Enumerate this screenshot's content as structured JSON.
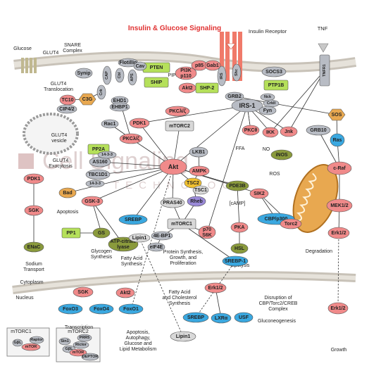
{
  "title": "Insulin & Glucose Signaling",
  "watermark": {
    "line1": "Cell Signaling",
    "line2": "TECHNOLOGY"
  },
  "colors": {
    "pink": "#f08a8a",
    "green": "#b5e05a",
    "grey": "#b8bcc4",
    "orange": "#e8a850",
    "blue": "#3aa8e0",
    "olive": "#8a9a3c",
    "lightgrey": "#d8d8d8",
    "purple": "#9a8ad8",
    "yellow": "#f0c030",
    "title": "#e03030",
    "membrane": "#c8c2b8"
  },
  "labels": {
    "insulin_receptor": "Insulin Receptor",
    "tnf": "TNF",
    "glucose": "Glucose",
    "glut4_top": "GLUT4",
    "snare": "SNARE\nComplex",
    "glut4_translocation": "GLUT4\nTranslocation",
    "glut4_vesicle": "GLUT4\nvesicle",
    "glut4_exocytosis": "GLUT4\nExocytosis",
    "pip3": "PIP3",
    "ffa": "FFA",
    "no": "NO",
    "ros": "ROS",
    "camp": "[cAMP]",
    "apoptosis1": "Apoptosis",
    "glycogen": "Glycogen\nSynthesis",
    "fatty_acid": "Fatty Acid\nSynthesis",
    "protein_synth": "Protein Synthesis,\nGrowth, and\nProliferation",
    "lipolysis": "Lipolysis",
    "degradation": "Degradation",
    "sodium": "Sodium\nTransport",
    "cytoplasm": "Cytoplasm",
    "nucleus": "Nucleus",
    "fa_chol": "Fatty Acid\nand Cholesterol\nSynthesis",
    "disruption": "Disruption of\nCBP/Torc2/CREB\nComplex",
    "gluconeo": "Gluconeogenesis",
    "transcription": "Transcription",
    "apoptosis2": "Apoptosis,\nAutophagy,\nGlucose and\nLipid Metabolism",
    "growth": "Growth",
    "mtorc1_box": "mTORC1",
    "mtorc2_box": "mTORC2"
  },
  "nodes": [
    {
      "id": "irs1",
      "label": "IRS-1",
      "shape": "ellipse",
      "color": "grey"
    },
    {
      "id": "grb2",
      "label": "GRB2",
      "shape": "ellipse",
      "color": "grey"
    },
    {
      "id": "nck",
      "label": "Nck",
      "shape": "ellipse",
      "color": "grey"
    },
    {
      "id": "crkii",
      "label": "CrkII",
      "shape": "ellipse",
      "color": "grey"
    },
    {
      "id": "fyn",
      "label": "Fyn",
      "shape": "ellipse",
      "color": "grey"
    },
    {
      "id": "socs3",
      "label": "SOCS3",
      "shape": "ellipse",
      "color": "grey"
    },
    {
      "id": "ptp1b",
      "label": "PTP1B",
      "shape": "rect",
      "color": "green"
    },
    {
      "id": "pten",
      "label": "PTEN",
      "shape": "rect",
      "color": "green"
    },
    {
      "id": "ship",
      "label": "SHIP",
      "shape": "rect",
      "color": "green"
    },
    {
      "id": "shp2",
      "label": "SHP-2",
      "shape": "rect",
      "color": "green"
    },
    {
      "id": "pi3k",
      "label": "PI3K\np110",
      "shape": "ellipse",
      "color": "pink"
    },
    {
      "id": "p85",
      "label": "p85",
      "shape": "ellipse",
      "color": "pink"
    },
    {
      "id": "gab1",
      "label": "Gab1",
      "shape": "ellipse",
      "color": "pink"
    },
    {
      "id": "irs",
      "label": "IRS",
      "shape": "ellipse",
      "color": "grey"
    },
    {
      "id": "shc",
      "label": "Shc",
      "shape": "ellipse",
      "color": "grey"
    },
    {
      "id": "akt2_top",
      "label": "Akt2",
      "shape": "ellipse",
      "color": "pink"
    },
    {
      "id": "sos",
      "label": "SOS",
      "shape": "hex",
      "color": "orange"
    },
    {
      "id": "ras",
      "label": "Ras",
      "shape": "ellipse",
      "color": "blue"
    },
    {
      "id": "craf",
      "label": "c-Raf",
      "shape": "ellipse",
      "color": "pink"
    },
    {
      "id": "mek12",
      "label": "MEK1/2",
      "shape": "ellipse",
      "color": "pink"
    },
    {
      "id": "erk12a",
      "label": "Erk1/2",
      "shape": "ellipse",
      "color": "pink"
    },
    {
      "id": "erk12b",
      "label": "Erk1/2",
      "shape": "ellipse",
      "color": "pink"
    },
    {
      "id": "grb10",
      "label": "GRB10",
      "shape": "ellipse",
      "color": "grey"
    },
    {
      "id": "tnfr1",
      "label": "TNFR1",
      "shape": "rect",
      "color": "grey"
    },
    {
      "id": "pkc_theta",
      "label": "PKCθ",
      "shape": "ellipse",
      "color": "pink"
    },
    {
      "id": "ikk",
      "label": "IKK",
      "shape": "ellipse",
      "color": "pink"
    },
    {
      "id": "jnk",
      "label": "Jnk",
      "shape": "ellipse",
      "color": "pink"
    },
    {
      "id": "inos",
      "label": "iNOS",
      "shape": "ellipse",
      "color": "olive"
    },
    {
      "id": "akt",
      "label": "Akt",
      "shape": "ellipse",
      "color": "pink"
    },
    {
      "id": "pdk1a",
      "label": "PDK1",
      "shape": "ellipse",
      "color": "pink"
    },
    {
      "id": "pkclz_a",
      "label": "PKCλ/ζ",
      "shape": "ellipse",
      "color": "pink"
    },
    {
      "id": "pkclz_b",
      "label": "PKCλ/ζ",
      "shape": "ellipse",
      "color": "pink"
    },
    {
      "id": "mtorc2",
      "label": "mTORC2",
      "shape": "rect",
      "color": "lightgrey"
    },
    {
      "id": "rac1",
      "label": "Rac1",
      "shape": "ellipse",
      "color": "grey"
    },
    {
      "id": "ehd1",
      "label": "EHD1",
      "shape": "ellipse",
      "color": "grey"
    },
    {
      "id": "ehbp1",
      "label": "EHBP1",
      "shape": "ellipse",
      "color": "grey"
    },
    {
      "id": "pp2a",
      "label": "PP2A",
      "shape": "rect",
      "color": "green"
    },
    {
      "id": "as160",
      "label": "AS160",
      "shape": "ellipse",
      "color": "grey"
    },
    {
      "id": "p1433a",
      "label": "14-3-3",
      "shape": "ellipse",
      "color": "grey"
    },
    {
      "id": "p1433b",
      "label": "14-3-3",
      "shape": "ellipse",
      "color": "grey"
    },
    {
      "id": "tbc1d1",
      "label": "TBC1D1",
      "shape": "ellipse",
      "color": "grey"
    },
    {
      "id": "lkb1",
      "label": "LKB1",
      "shape": "ellipse",
      "color": "grey"
    },
    {
      "id": "ampk",
      "label": "AMPK",
      "shape": "ellipse",
      "color": "pink"
    },
    {
      "id": "tsc2",
      "label": "TSC2",
      "shape": "ellipse",
      "color": "yellow"
    },
    {
      "id": "tsc1",
      "label": "TSC1",
      "shape": "ellipse",
      "color": "lightgrey"
    },
    {
      "id": "rheb",
      "label": "Rheb",
      "shape": "ellipse",
      "color": "purple"
    },
    {
      "id": "pras40",
      "label": "PRAS40",
      "shape": "ellipse",
      "color": "lightgrey"
    },
    {
      "id": "mtorc1",
      "label": "mTORC1",
      "shape": "rect",
      "color": "lightgrey"
    },
    {
      "id": "ebp1",
      "label": "4E-BP1",
      "shape": "ellipse",
      "color": "grey"
    },
    {
      "id": "eif4e",
      "label": "eIF4E",
      "shape": "ellipse",
      "color": "grey"
    },
    {
      "id": "p70s6k",
      "label": "p70\nS6K",
      "shape": "ellipse",
      "color": "pink"
    },
    {
      "id": "pdk1b",
      "label": "PDK1",
      "shape": "ellipse",
      "color": "pink"
    },
    {
      "id": "sgk_a",
      "label": "SGK",
      "shape": "ellipse",
      "color": "pink"
    },
    {
      "id": "enac",
      "label": "ENaC",
      "shape": "ellipse",
      "color": "olive"
    },
    {
      "id": "bad",
      "label": "Bad",
      "shape": "ellipse",
      "color": "orange"
    },
    {
      "id": "gsk3",
      "label": "GSK-3",
      "shape": "ellipse",
      "color": "pink"
    },
    {
      "id": "pp1",
      "label": "PP1",
      "shape": "rect",
      "color": "green"
    },
    {
      "id": "gs",
      "label": "GS",
      "shape": "ellipse",
      "color": "olive"
    },
    {
      "id": "atp",
      "label": "ATP-citrate\nlyase",
      "shape": "ellipse",
      "color": "olive"
    },
    {
      "id": "srebp_a",
      "label": "SREBP",
      "shape": "ellipse",
      "color": "blue"
    },
    {
      "id": "lipin1a",
      "label": "Lipin1",
      "shape": "ellipse",
      "color": "lightgrey"
    },
    {
      "id": "pde3b",
      "label": "PDE3B",
      "shape": "ellipse",
      "color": "olive"
    },
    {
      "id": "sik2",
      "label": "SIK2",
      "shape": "ellipse",
      "color": "pink"
    },
    {
      "id": "cbp",
      "label": "CBP/p300",
      "shape": "ellipse",
      "color": "blue"
    },
    {
      "id": "torc2",
      "label": "Torc2",
      "shape": "ellipse",
      "color": "pink"
    },
    {
      "id": "pka",
      "label": "PKA",
      "shape": "ellipse",
      "color": "pink"
    },
    {
      "id": "hsl",
      "label": "HSL",
      "shape": "ellipse",
      "color": "olive"
    },
    {
      "id": "srebp1",
      "label": "SREBP-1",
      "shape": "ellipse",
      "color": "blue"
    },
    {
      "id": "sgk_b",
      "label": "SGK",
      "shape": "ellipse",
      "color": "pink"
    },
    {
      "id": "akt2_b",
      "label": "Akt2",
      "shape": "ellipse",
      "color": "pink"
    },
    {
      "id": "foxo3",
      "label": "FoxO3",
      "shape": "ellipse",
      "color": "blue"
    },
    {
      "id": "foxo4",
      "label": "FoxO4",
      "shape": "ellipse",
      "color": "blue"
    },
    {
      "id": "foxo1",
      "label": "FoxO1",
      "shape": "ellipse",
      "color": "blue"
    },
    {
      "id": "srebp_b",
      "label": "SREBP",
      "shape": "ellipse",
      "color": "blue"
    },
    {
      "id": "erk12c",
      "label": "Erk1/2",
      "shape": "ellipse",
      "color": "pink"
    },
    {
      "id": "lxra",
      "label": "LXRα",
      "shape": "ellipse",
      "color": "blue"
    },
    {
      "id": "usf",
      "label": "USF",
      "shape": "ellipse",
      "color": "blue"
    },
    {
      "id": "lipin1b",
      "label": "Lipin1",
      "shape": "ellipse",
      "color": "lightgrey"
    },
    {
      "id": "c3g",
      "label": "C3G",
      "shape": "hex",
      "color": "orange"
    },
    {
      "id": "tc10",
      "label": "TC10",
      "shape": "ellipse",
      "color": "pink"
    },
    {
      "id": "cip42",
      "label": "CIP4/2",
      "shape": "ellipse",
      "color": "grey"
    },
    {
      "id": "synip",
      "label": "Synip",
      "shape": "ellipse",
      "color": "grey"
    },
    {
      "id": "crk",
      "label": "Crk",
      "shape": "ellipse",
      "color": "grey"
    },
    {
      "id": "cap",
      "label": "CAP",
      "shape": "ellipse",
      "color": "grey"
    },
    {
      "id": "cbl",
      "label": "Cbl",
      "shape": "ellipse",
      "color": "grey"
    },
    {
      "id": "aps",
      "label": "APS",
      "shape": "ellipse",
      "color": "grey"
    },
    {
      "id": "flotillin",
      "label": "Flotillin",
      "shape": "ellipse",
      "color": "grey"
    },
    {
      "id": "cav",
      "label": "Cav",
      "shape": "ellipse",
      "color": "grey"
    },
    {
      "id": "m1_gbl",
      "label": "GβL",
      "shape": "ellipse",
      "color": "grey"
    },
    {
      "id": "m1_raptor",
      "label": "Raptor",
      "shape": "ellipse",
      "color": "grey"
    },
    {
      "id": "m1_mtor",
      "label": "mTOR",
      "shape": "ellipse",
      "color": "pink"
    },
    {
      "id": "m2_sin1",
      "label": "Sin1",
      "shape": "ellipse",
      "color": "grey"
    },
    {
      "id": "m2_prr5",
      "label": "PRR5",
      "shape": "ellipse",
      "color": "grey"
    },
    {
      "id": "m2_rictor",
      "label": "Rictor",
      "shape": "ellipse",
      "color": "grey"
    },
    {
      "id": "m2_gbl",
      "label": "GβL",
      "shape": "ellipse",
      "color": "grey"
    },
    {
      "id": "m2_mtor",
      "label": "mTOR",
      "shape": "ellipse",
      "color": "pink"
    },
    {
      "id": "m2_deptor",
      "label": "DEPTOR",
      "shape": "ellipse",
      "color": "grey"
    }
  ]
}
